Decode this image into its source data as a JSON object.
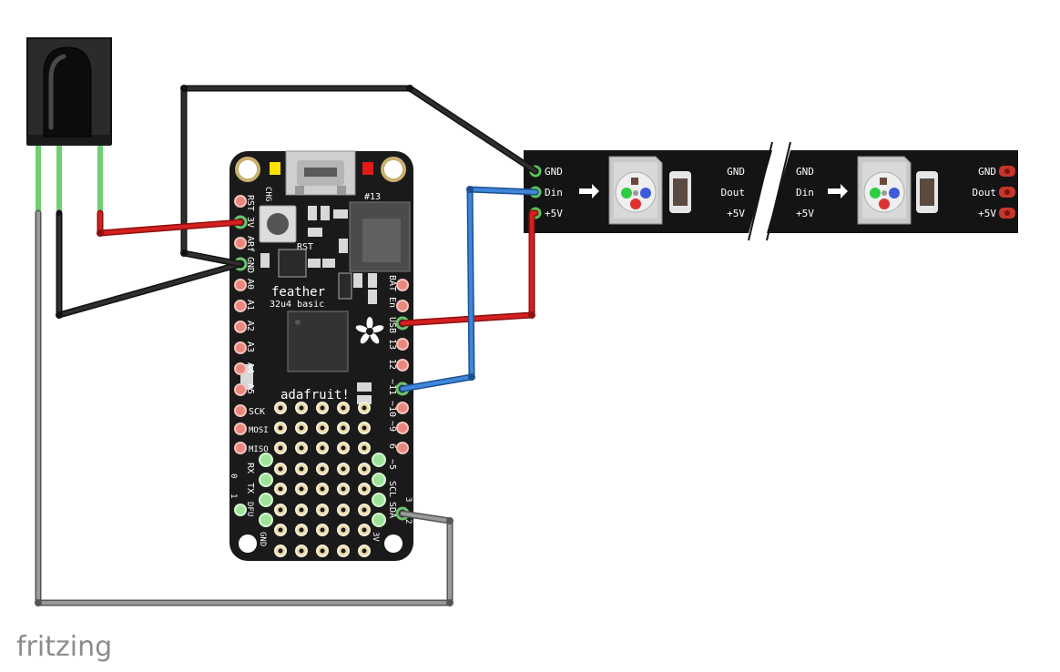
{
  "board": {
    "name": "feather",
    "subname": "32u4 basic",
    "brand": "adafruit!",
    "chg": "CHG",
    "led13": "#13",
    "rst": "RST",
    "left_pins": [
      "RST",
      "3V",
      "ARf",
      "GND",
      "A0",
      "A1",
      "A2",
      "A3",
      "A4",
      "A5",
      "SCK",
      "MOSI",
      "MISO",
      "RX",
      "TX",
      "DFU"
    ],
    "right_pins": [
      "BAT",
      "En",
      "USB",
      "13",
      "12",
      "~11",
      "~10",
      "~9",
      "6",
      "~5",
      "SCL",
      "SDA"
    ],
    "bottom_left": "GND",
    "bottom_right": "3V",
    "pin_3": "3",
    "pin_2": "2",
    "pin_0": "0",
    "pin_1": "1"
  },
  "strip": {
    "in_labels": [
      "GND",
      "Din",
      "+5V"
    ],
    "mid_left_labels": [
      "GND",
      "Dout",
      "+5V"
    ],
    "mid_right_labels": [
      "GND",
      "Din",
      "+5V"
    ],
    "out_labels": [
      "GND",
      "Dout",
      "+5V"
    ]
  },
  "watermark": "fritzing",
  "colors": {
    "wire_black": "#1e1e1e",
    "wire_red": "#c41a1a",
    "wire_blue": "#2f72c8",
    "wire_gray": "#8a8a8a",
    "wire_green": "#5cbf5c",
    "board": "#1a1a1a",
    "pad": "#f1a29a",
    "pad_green": "#a9e3a0"
  }
}
